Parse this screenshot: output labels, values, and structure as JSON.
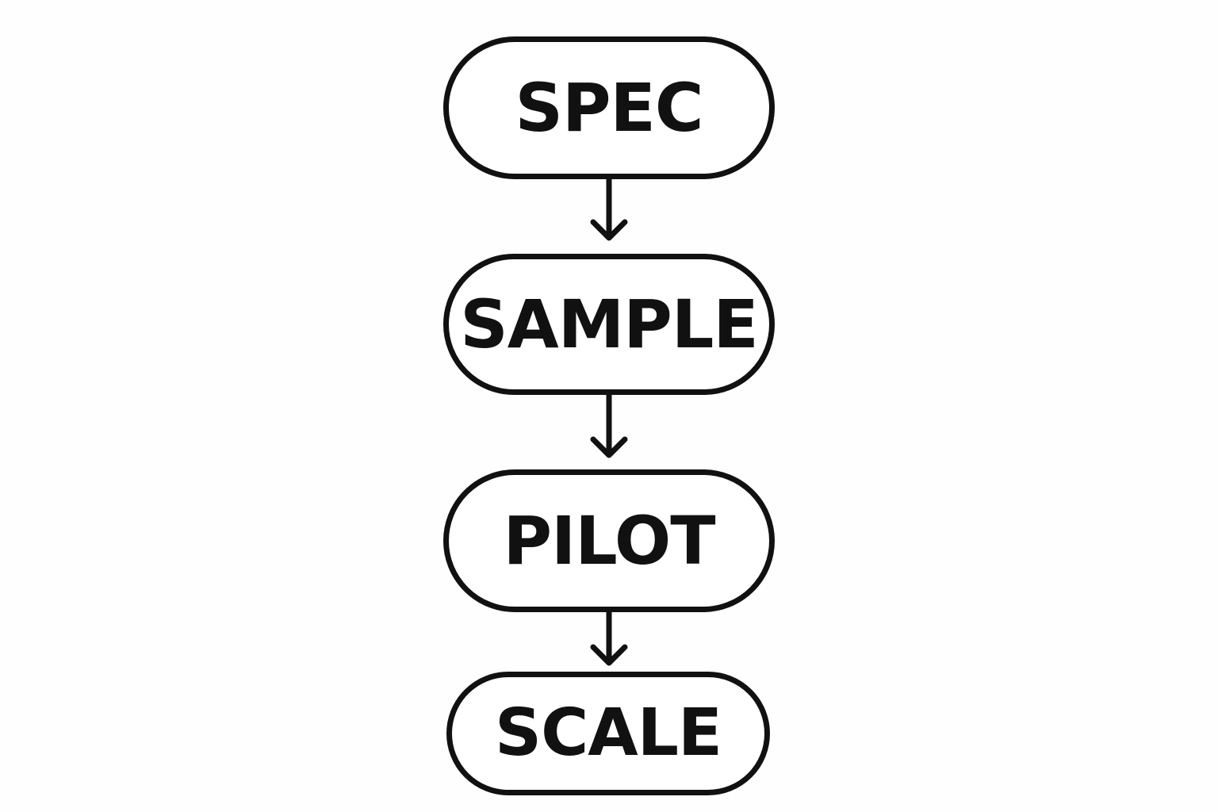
{
  "diagram": {
    "type": "flowchart",
    "direction": "top-to-bottom",
    "stroke_color": "#111111",
    "background_color": "#fefefe",
    "nodes": [
      {
        "id": "spec",
        "label": "SPEC"
      },
      {
        "id": "sample",
        "label": "SAMPLE"
      },
      {
        "id": "pilot",
        "label": "PILOT"
      },
      {
        "id": "scale",
        "label": "SCALE"
      }
    ],
    "edges": [
      {
        "from": "spec",
        "to": "sample"
      },
      {
        "from": "sample",
        "to": "pilot"
      },
      {
        "from": "pilot",
        "to": "scale"
      }
    ]
  }
}
